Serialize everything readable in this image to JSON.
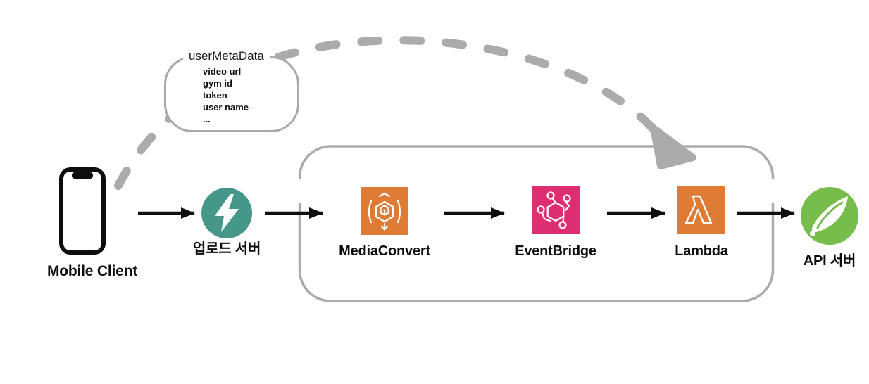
{
  "diagram": {
    "bubble": {
      "title": "userMetaData",
      "items": [
        "video url",
        "gym id",
        "token",
        "user name",
        "..."
      ]
    },
    "nodes": {
      "mobile": {
        "label": "Mobile Client",
        "icon": "smartphone-icon"
      },
      "upload": {
        "label": "업로드 서버",
        "icon": "lightning-bolt-icon",
        "color": "#459889"
      },
      "mediaconvert": {
        "label": "MediaConvert",
        "icon": "aws-mediaconvert-icon",
        "color": "#DE7B35"
      },
      "eventbridge": {
        "label": "EventBridge",
        "icon": "aws-eventbridge-icon",
        "color": "#DE2E72"
      },
      "lambda": {
        "label": "Lambda",
        "icon": "aws-lambda-icon",
        "color": "#DE7B35"
      },
      "api": {
        "label": "API 서버",
        "icon": "spring-leaf-icon",
        "color": "#77BD4B"
      }
    },
    "colors": {
      "connector_gray": "#A9A9A9",
      "arrow_black": "#0d0d0d",
      "background": "#FFFFFF"
    }
  }
}
